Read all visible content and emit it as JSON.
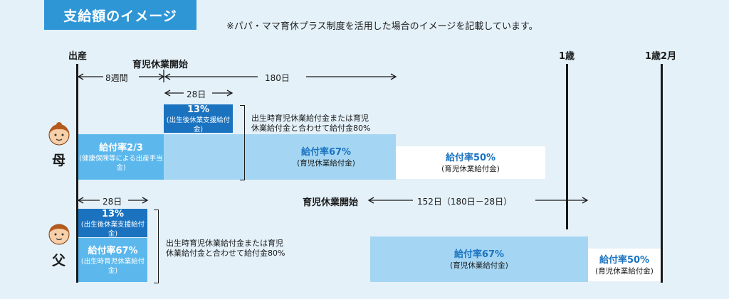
{
  "header": {
    "title": "支給額のイメージ",
    "note": "※パパ・ママ育休プラス制度を活用した場合のイメージを記載しています。"
  },
  "timeline": {
    "birth": "出産",
    "one_year": "1歳",
    "one_year_two_months": "1歳2月"
  },
  "mother": {
    "label": "母",
    "leave_start": "育児休業開始",
    "span_8w": "8週間",
    "span_180": "180日",
    "span_28": "28日",
    "block_13": {
      "main": "13%",
      "sub": "(出生後休業支援給付金)"
    },
    "block_23": {
      "main": "給付率2/3",
      "sub": "(健康保険等による出産手当金)"
    },
    "block_67": {
      "main": "給付率67%",
      "sub": "(育児休業給付金)"
    },
    "block_50": {
      "main": "給付率50%",
      "sub": "(育児休業給付金)"
    },
    "note_line1": "出生時育児休業給付金または育児",
    "note_line2": "休業給付金と合わせて給付金80%"
  },
  "father": {
    "label": "父",
    "span_28": "28日",
    "leave_start": "育児休業開始",
    "span_152": "152日（180日－28日）",
    "block_13": {
      "main": "13%",
      "sub": "(出生後休業支援給付金)"
    },
    "block_67a": {
      "main": "給付率67%",
      "sub": "(出生時育児休業給付金)"
    },
    "block_67b": {
      "main": "給付率67%",
      "sub": "(育児休業給付金)"
    },
    "block_50": {
      "main": "給付率50%",
      "sub": "(育児休業給付金)"
    },
    "note_line1": "出生時育児休業給付金または育児",
    "note_line2": "休業給付金と合わせて給付金80%"
  },
  "colors": {
    "title_bg": "#2f96d6",
    "dark_blue": "#1b73c0",
    "mid_blue": "#5cb8ec",
    "light_blue": "#a4d6f3",
    "background": "#e4f1f9"
  }
}
